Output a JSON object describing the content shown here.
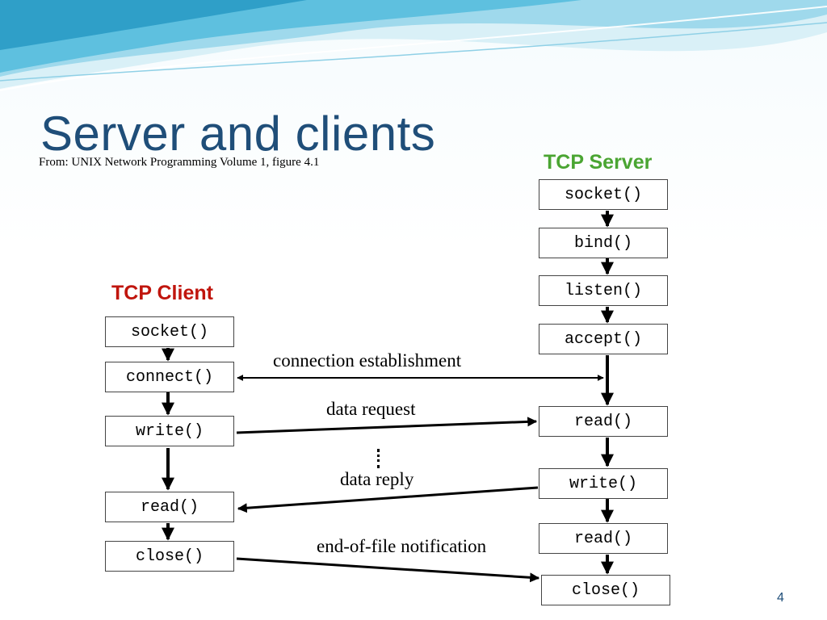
{
  "slide": {
    "title": "Server and clients",
    "source": "From: UNIX Network Programming Volume 1, figure 4.1",
    "page_number": "4"
  },
  "server": {
    "heading": "TCP Server",
    "calls": [
      "socket()",
      "bind()",
      "listen()",
      "accept()",
      "read()",
      "write()",
      "read()",
      "close()"
    ]
  },
  "client": {
    "heading": "TCP Client",
    "calls": [
      "socket()",
      "connect()",
      "write()",
      "read()",
      "close()"
    ]
  },
  "messages": {
    "connection": "connection establishment",
    "request": "data request",
    "reply": "data reply",
    "eof": "end-of-file notification"
  },
  "colors": {
    "title": "#1f4e79",
    "server_heading": "#4aa532",
    "client_heading": "#c0150d",
    "wave_light": "#bfe6f2",
    "wave_mid": "#6cc7e3",
    "wave_dark": "#2f9fc8"
  }
}
